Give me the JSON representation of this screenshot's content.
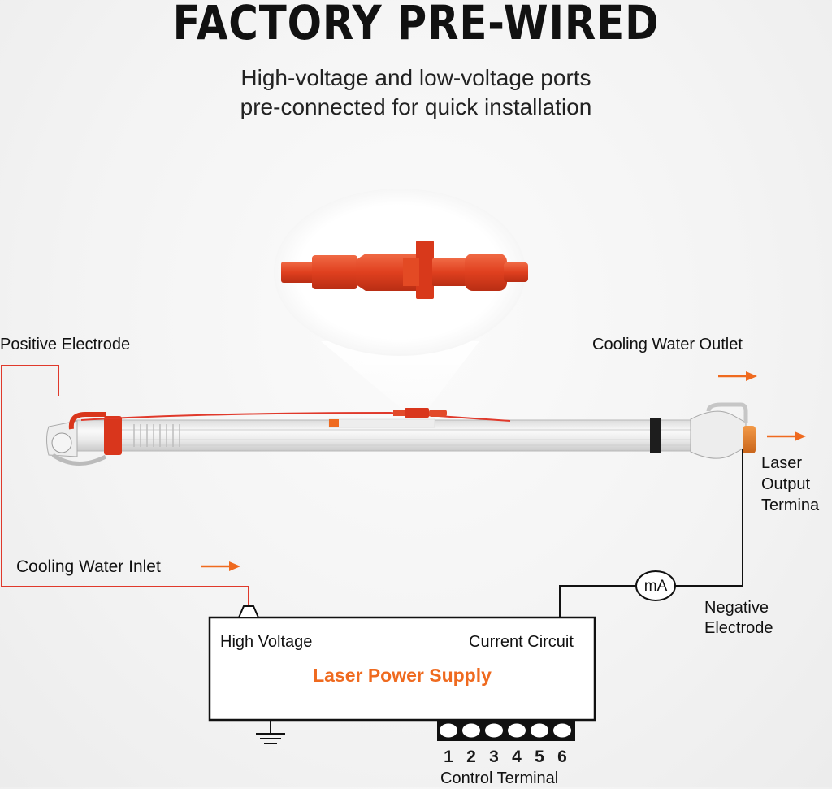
{
  "header": {
    "title": "FACTORY PRE-WIRED",
    "subtitle_line1": "High-voltage and low-voltage ports",
    "subtitle_line2": "pre-connected for quick installation"
  },
  "labels": {
    "positive_electrode": "Positive Electrode",
    "cooling_water_outlet": "Cooling Water Outlet",
    "laser_output_line1": "Laser",
    "laser_output_line2": "Output",
    "laser_output_line3": "Termina",
    "cooling_water_inlet": "Cooling Water Inlet",
    "negative_electrode_line1": "Negative",
    "negative_electrode_line2": "Electrode",
    "meter": "mA"
  },
  "power_supply": {
    "high_voltage": "High Voltage",
    "current_circuit": "Current Circuit",
    "name": "Laser Power Supply",
    "control_terminal": "Control Terminal",
    "terminals": [
      "1",
      "2",
      "3",
      "4",
      "5",
      "6"
    ]
  },
  "colors": {
    "accent_orange": "#ef6a1f",
    "wire_red": "#e0392b",
    "connector_red": "#e24a2a",
    "line_black": "#111111"
  }
}
